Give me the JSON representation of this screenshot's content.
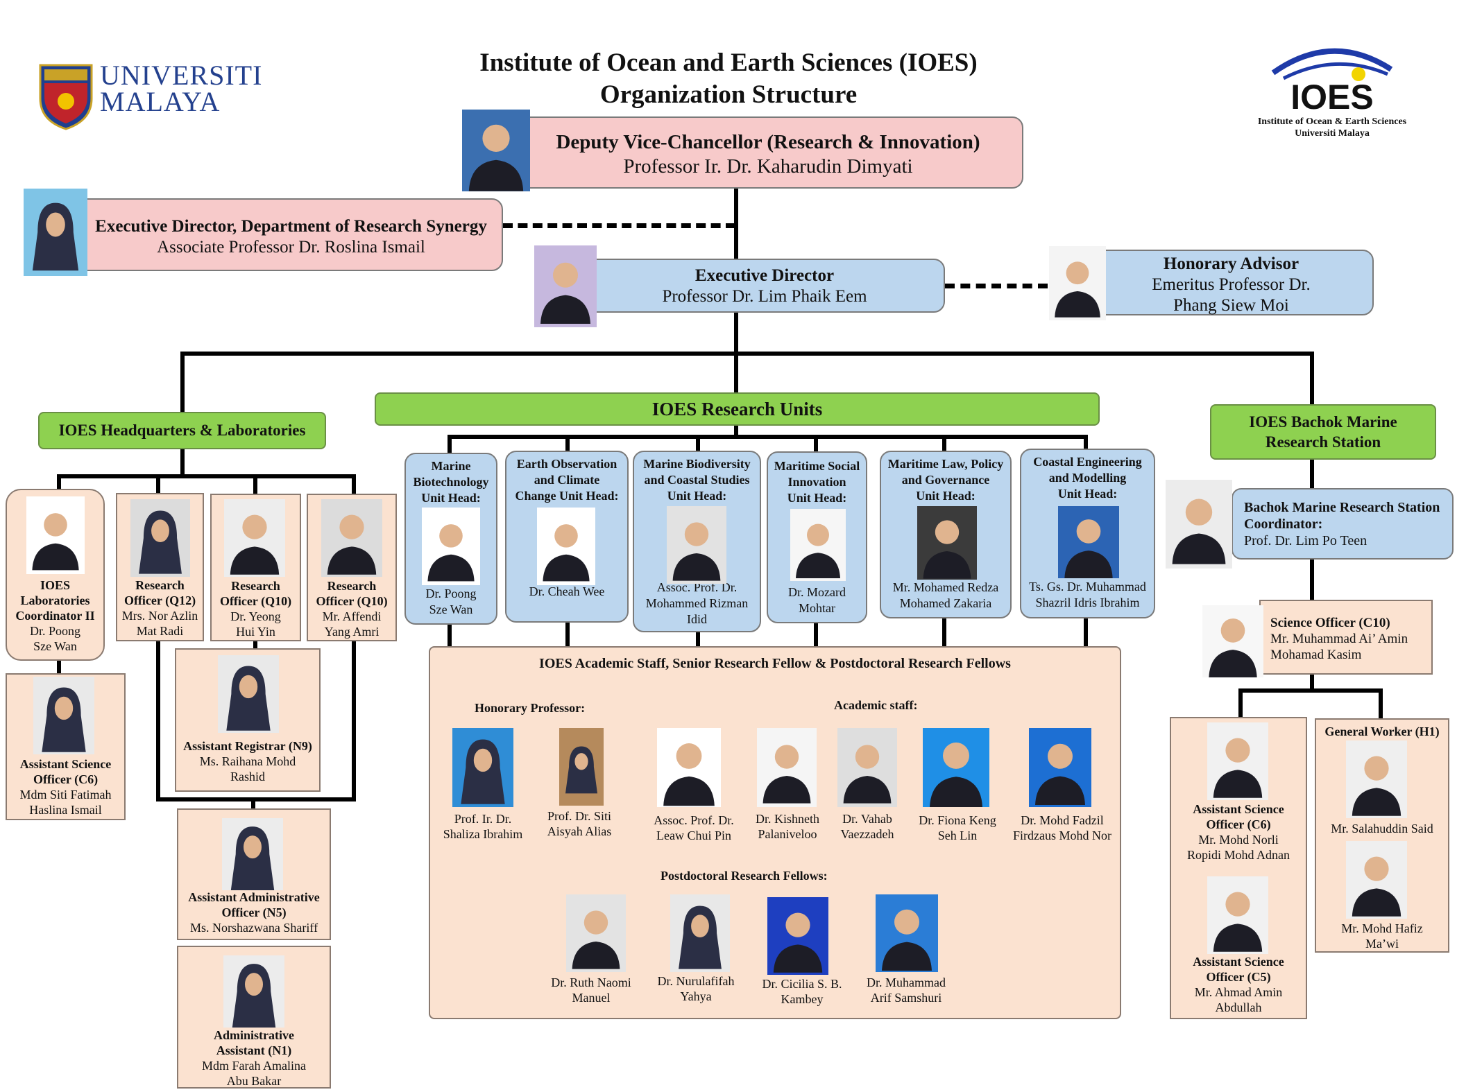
{
  "title": {
    "line1": "Institute of Ocean and Earth Sciences (IOES)",
    "line2": "Organization Structure"
  },
  "logo_um": {
    "line1": "UNIVERSITI",
    "line2": "MALAYA"
  },
  "logo_ioes": {
    "word": "IOES",
    "line1": "Institute of Ocean & Earth Sciences",
    "line2": "Universiti Malaya"
  },
  "dvc": {
    "role": "Deputy Vice-Chancellor (Research & Innovation)",
    "name": "Professor Ir. Dr. Kaharudin Dimyati"
  },
  "exec_research": {
    "role": "Executive Director, Department of Research Synergy",
    "name": "Associate Professor Dr. Roslina Ismail"
  },
  "exec_director": {
    "role": "Executive Director",
    "name": "Professor Dr. Lim Phaik Eem"
  },
  "honorary_advisor": {
    "role": "Honorary Advisor",
    "name1": "Emeritus Professor Dr.",
    "name2": "Phang Siew Moi"
  },
  "sections": {
    "hq": "IOES Headquarters & Laboratories",
    "research": "IOES Research Units",
    "bachok1": "IOES Bachok Marine",
    "bachok2": "Research Station"
  },
  "hq_staff": [
    {
      "l1": "IOES",
      "l2": "Laboratories",
      "l3": "Coordinator II",
      "l4": "Dr. Poong",
      "l5": "Sze Wan"
    },
    {
      "l1": "Research",
      "l2": "Officer (Q12)",
      "l3": "Mrs. Nor Azlin",
      "l4": "Mat Radi"
    },
    {
      "l1": "Research",
      "l2": "Officer (Q10)",
      "l3": "Dr. Yeong",
      "l4": "Hui Yin"
    },
    {
      "l1": "Research",
      "l2": "Officer (Q10)",
      "l3": "Mr. Affendi",
      "l4": "Yang Amri"
    },
    {
      "l1": "Assistant Science",
      "l2": "Officer (C6)",
      "l3": "Mdm Siti Fatimah",
      "l4": "Haslina Ismail"
    },
    {
      "l1": "Assistant Registrar (N9)",
      "l2": "Ms. Raihana Mohd",
      "l3": "Rashid"
    },
    {
      "l1": "Assistant Administrative",
      "l2": "Officer  (N5)",
      "l3": "Ms. Norshazwana Shariff"
    },
    {
      "l1": "Administrative",
      "l2": "Assistant (N1)",
      "l3": "Mdm Farah Amalina",
      "l4": "Abu Bakar"
    }
  ],
  "units": [
    {
      "h1": "Marine",
      "h2": "Biotechnology",
      "h3": "Unit Head:",
      "n1": "Dr. Poong",
      "n2": "Sze Wan"
    },
    {
      "h1": "Earth Observation",
      "h2": "and Climate",
      "h3": "Change Unit Head:",
      "n1": "Dr. Cheah Wee"
    },
    {
      "h1": "Marine Biodiversity",
      "h2": "and Coastal Studies",
      "h3": "Unit Head:",
      "n1": "Assoc. Prof. Dr.",
      "n2": "Mohammed Rizman",
      "n3": "Idid"
    },
    {
      "h1": "Maritime Social",
      "h2": "Innovation",
      "h3": "Unit Head:",
      "n1": "Dr. Mozard",
      "n2": "Mohtar"
    },
    {
      "h1": "Maritime Law, Policy",
      "h2": "and Governance",
      "h3": "Unit Head:",
      "n1": "Mr. Mohamed Redza",
      "n2": "Mohamed Zakaria"
    },
    {
      "h1": "Coastal Engineering",
      "h2": "and Modelling",
      "h3": "Unit Head:",
      "n1": "Ts. Gs. Dr. Muhammad",
      "n2": "Shazril Idris Ibrahim"
    }
  ],
  "academic": {
    "title": "IOES Academic Staff, Senior Research Fellow & Postdoctoral Research Fellows",
    "honorary_label": "Honorary Professor:",
    "academic_label": "Academic staff:",
    "postdoc_label": "Postdoctoral Research Fellows:",
    "honorary": [
      {
        "n1": "Prof. Ir. Dr.",
        "n2": "Shaliza Ibrahim"
      },
      {
        "n1": "Prof. Dr. Siti",
        "n2": "Aisyah Alias"
      }
    ],
    "staff": [
      {
        "n1": "Assoc. Prof. Dr.",
        "n2": "Leaw Chui Pin"
      },
      {
        "n1": "Dr. Kishneth",
        "n2": "Palaniveloo"
      },
      {
        "n1": "Dr. Vahab",
        "n2": "Vaezzadeh"
      },
      {
        "n1": "Dr. Fiona Keng",
        "n2": "Seh Lin"
      },
      {
        "n1": "Dr. Mohd Fadzil",
        "n2": "Firdzaus Mohd Nor"
      }
    ],
    "postdocs": [
      {
        "n1": "Dr. Ruth Naomi",
        "n2": "Manuel"
      },
      {
        "n1": "Dr. Nurulafifah",
        "n2": "Yahya"
      },
      {
        "n1": "Dr. Cicilia S. B.",
        "n2": "Kambey"
      },
      {
        "n1": "Dr. Muhammad",
        "n2": "Arif Samshuri"
      }
    ]
  },
  "bachok": {
    "coordinator": {
      "l1": "Bachok Marine Research Station",
      "l2": "Coordinator:",
      "l3": "Prof. Dr. Lim Po Teen"
    },
    "science_officer": {
      "l1": "Science Officer (C10)",
      "l2": "Mr. Muhammad Ai’ Amin",
      "l3": "Mohamad Kasim"
    },
    "asst1": {
      "l1": "Assistant Science",
      "l2": "Officer (C6)",
      "l3": "Mr. Mohd Norli",
      "l4": "Ropidi Mohd Adnan"
    },
    "asst2": {
      "l1": "Assistant Science",
      "l2": "Officer (C5)",
      "l3": "Mr. Ahmad Amin",
      "l4": "Abdullah"
    },
    "general": {
      "title": "General Worker (H1)",
      "w1": "Mr. Salahuddin Said",
      "w2a": "Mr. Mohd Hafiz",
      "w2b": "Ma’wi"
    }
  },
  "colors": {
    "pink": "#f7caca",
    "blue": "#bcd6ee",
    "green": "#8ed150",
    "peach": "#fbe2d0"
  }
}
